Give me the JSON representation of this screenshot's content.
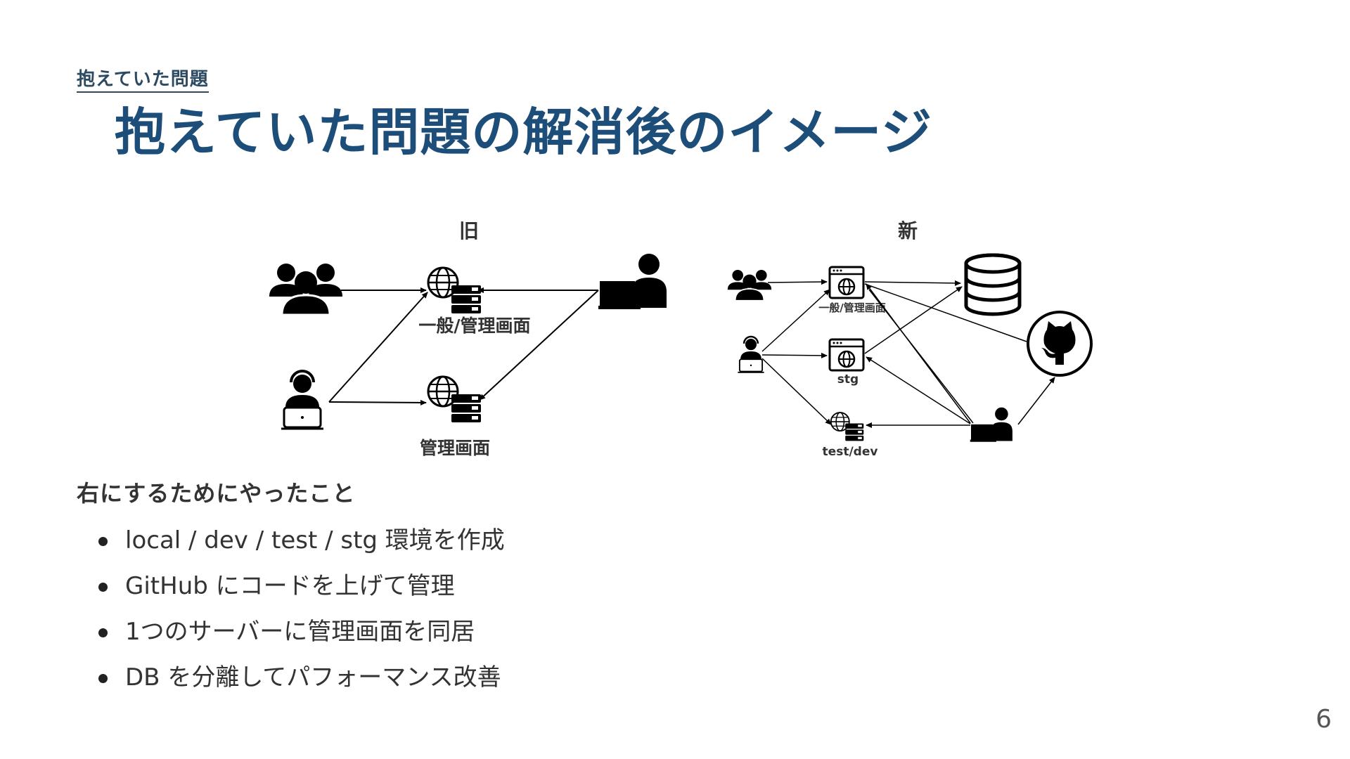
{
  "header": {
    "section_label": "抱えていた問題",
    "title": "抱えていた問題の解消後のイメージ"
  },
  "diagram": {
    "old": {
      "heading": "旧",
      "nodes": {
        "users": "users-icon",
        "support_operator": "support-operator-icon",
        "developer": "developer-icon",
        "server_general": {
          "icon": "web-server-icon",
          "label": "一般/管理画面"
        },
        "server_admin": {
          "icon": "web-server-icon",
          "label": "管理画面"
        }
      }
    },
    "new": {
      "heading": "新",
      "nodes": {
        "users": "users-icon",
        "support_operator": "support-operator-icon",
        "developer": "developer-icon",
        "database": "database-icon",
        "github": "github-icon",
        "server_general": {
          "icon": "browser-globe-icon",
          "label": "一般/管理画面"
        },
        "server_stg": {
          "icon": "browser-globe-icon",
          "label": "stg"
        },
        "server_testdev": {
          "icon": "web-server-icon",
          "label": "test/dev"
        }
      }
    }
  },
  "body": {
    "subheading": "右にするためにやったこと",
    "bullets": [
      "local / dev / test / stg 環境を作成",
      "GitHub にコードを上げて管理",
      "1つのサーバーに管理画面を同居",
      "DB を分離してパフォーマンス改善"
    ]
  },
  "footer": {
    "page_number": "6"
  },
  "colors": {
    "title": "#1d4e79",
    "section_label": "#2d4a63",
    "text": "#333333",
    "icon": "#000000"
  }
}
